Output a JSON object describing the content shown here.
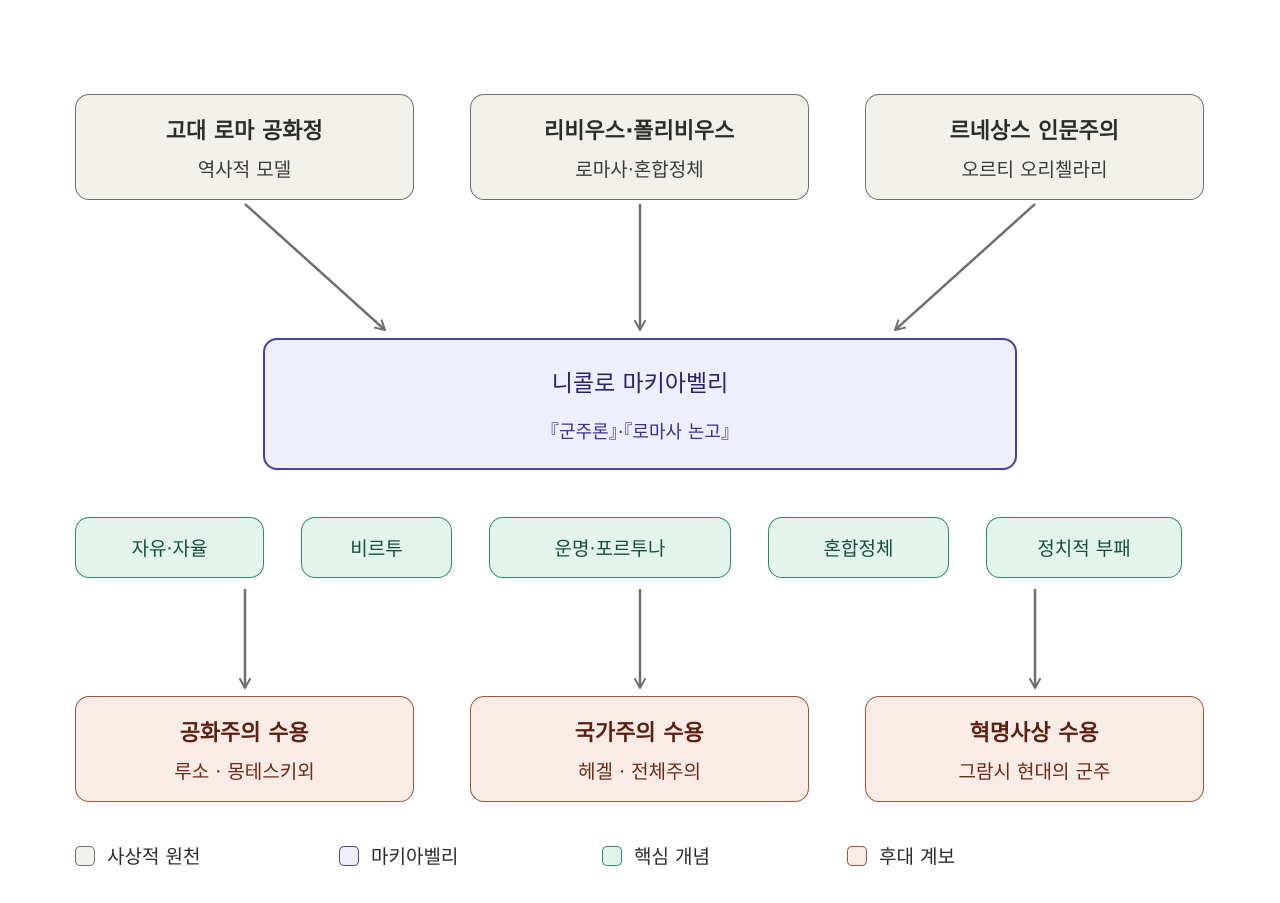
{
  "sources": [
    {
      "title": "고대 로마 공화정",
      "subtitle": "역사적 모델"
    },
    {
      "title": "리비우스·폴리비우스",
      "subtitle": "로마사·혼합정체"
    },
    {
      "title": "르네상스 인문주의",
      "subtitle": "오르티 오리첼라리"
    }
  ],
  "central": {
    "title": "니콜로 마키아벨리",
    "subtitle": "『군주론』·『로마사 논고』"
  },
  "concepts": [
    "자유·자율",
    "비르투",
    "운명·포르투나",
    "혼합정체",
    "정치적 부패"
  ],
  "legacies": [
    {
      "title": "공화주의 수용",
      "subtitle": "루소 · 몽테스키외"
    },
    {
      "title": "국가주의 수용",
      "subtitle": "헤겔 · 전체주의"
    },
    {
      "title": "혁명사상 수용",
      "subtitle": "그람시 현대의 군주"
    }
  ],
  "legend": [
    {
      "label": "사상적 원천",
      "fill": "#f2f0ea",
      "stroke": "#6e6e6a"
    },
    {
      "label": "마키아벨리",
      "fill": "#eeeefc",
      "stroke": "#4b3fa6"
    },
    {
      "label": "핵심 개념",
      "fill": "#e2f4ec",
      "stroke": "#2f8a66"
    },
    {
      "label": "후대 계보",
      "fill": "#f9ebe5",
      "stroke": "#a0523a"
    }
  ],
  "colors": {
    "arrow": "#6e6e6a"
  }
}
